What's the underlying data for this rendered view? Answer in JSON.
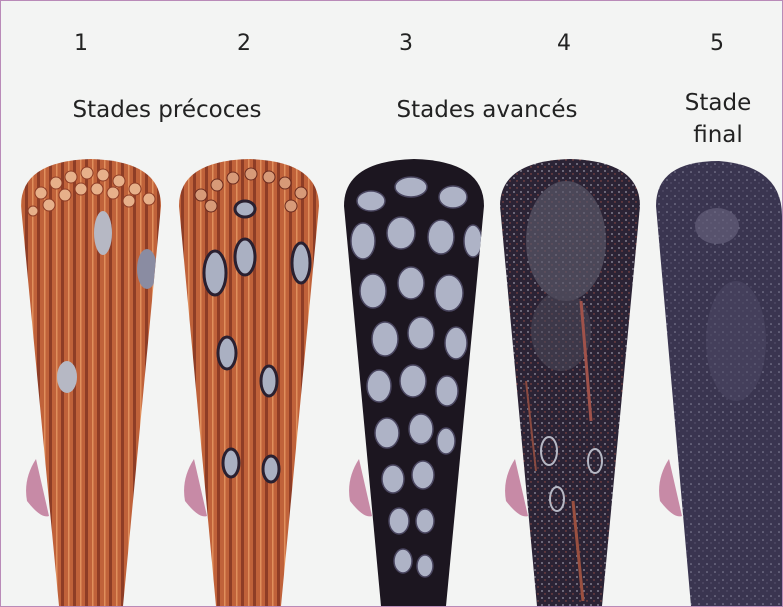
{
  "stages": [
    {
      "number": "1"
    },
    {
      "number": "2"
    },
    {
      "number": "3"
    },
    {
      "number": "4"
    },
    {
      "number": "5"
    }
  ],
  "labels": {
    "early": "Stades précoces",
    "advanced": "Stades avancés",
    "final_line1": "Stade",
    "final_line2": "final"
  },
  "colors": {
    "frame_border": "#b98ab8",
    "background": "#f3f4f3",
    "fiber_early": "#c0623a",
    "tissue_dark": "#2b2335",
    "tissue_final": "#3a3550",
    "cell_gray": "#b6b8c4",
    "tip_pink": "#c78aa6"
  }
}
